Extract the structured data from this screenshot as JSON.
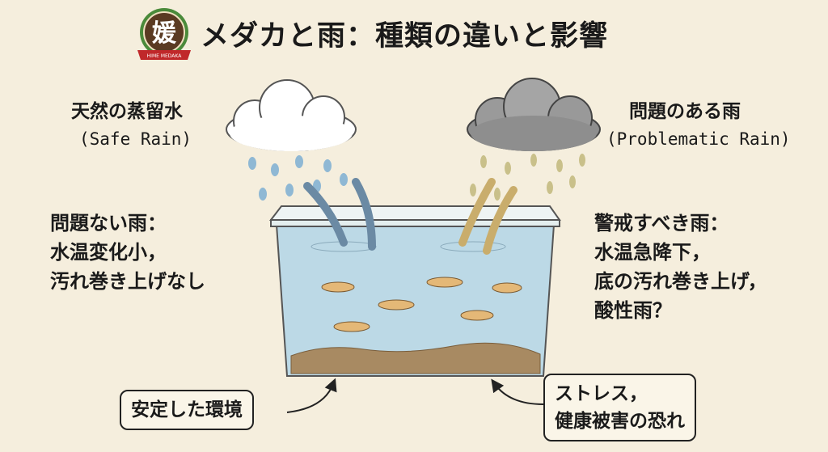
{
  "logo": {
    "glyph": "媛",
    "ribbon_text": "HIME MEDAKA"
  },
  "title": "メダカと雨：種類の違いと影響",
  "safe_rain": {
    "label": "天然の蒸留水",
    "sublabel": "(Safe Rain)"
  },
  "problem_rain": {
    "label": "問題のある雨",
    "sublabel": "(Problematic Rain)"
  },
  "left_note": [
    "問題ない雨：",
    "水温変化小，",
    "汚れ巻き上げなし"
  ],
  "right_note": [
    "警戒すべき雨：",
    "水温急降下，",
    "底の汚れ巻き上げ，",
    "酸性雨？"
  ],
  "bottom_left_box": [
    "安定した環境"
  ],
  "bottom_right_box": [
    "ストレス，",
    "健康被害の恐れ"
  ],
  "colors": {
    "background": "#f5eedd",
    "water": "#bcd9e6",
    "safe_drop": "#8fb8d4",
    "problem_drop": "#c9c08a",
    "substrate": "#a88a62"
  }
}
